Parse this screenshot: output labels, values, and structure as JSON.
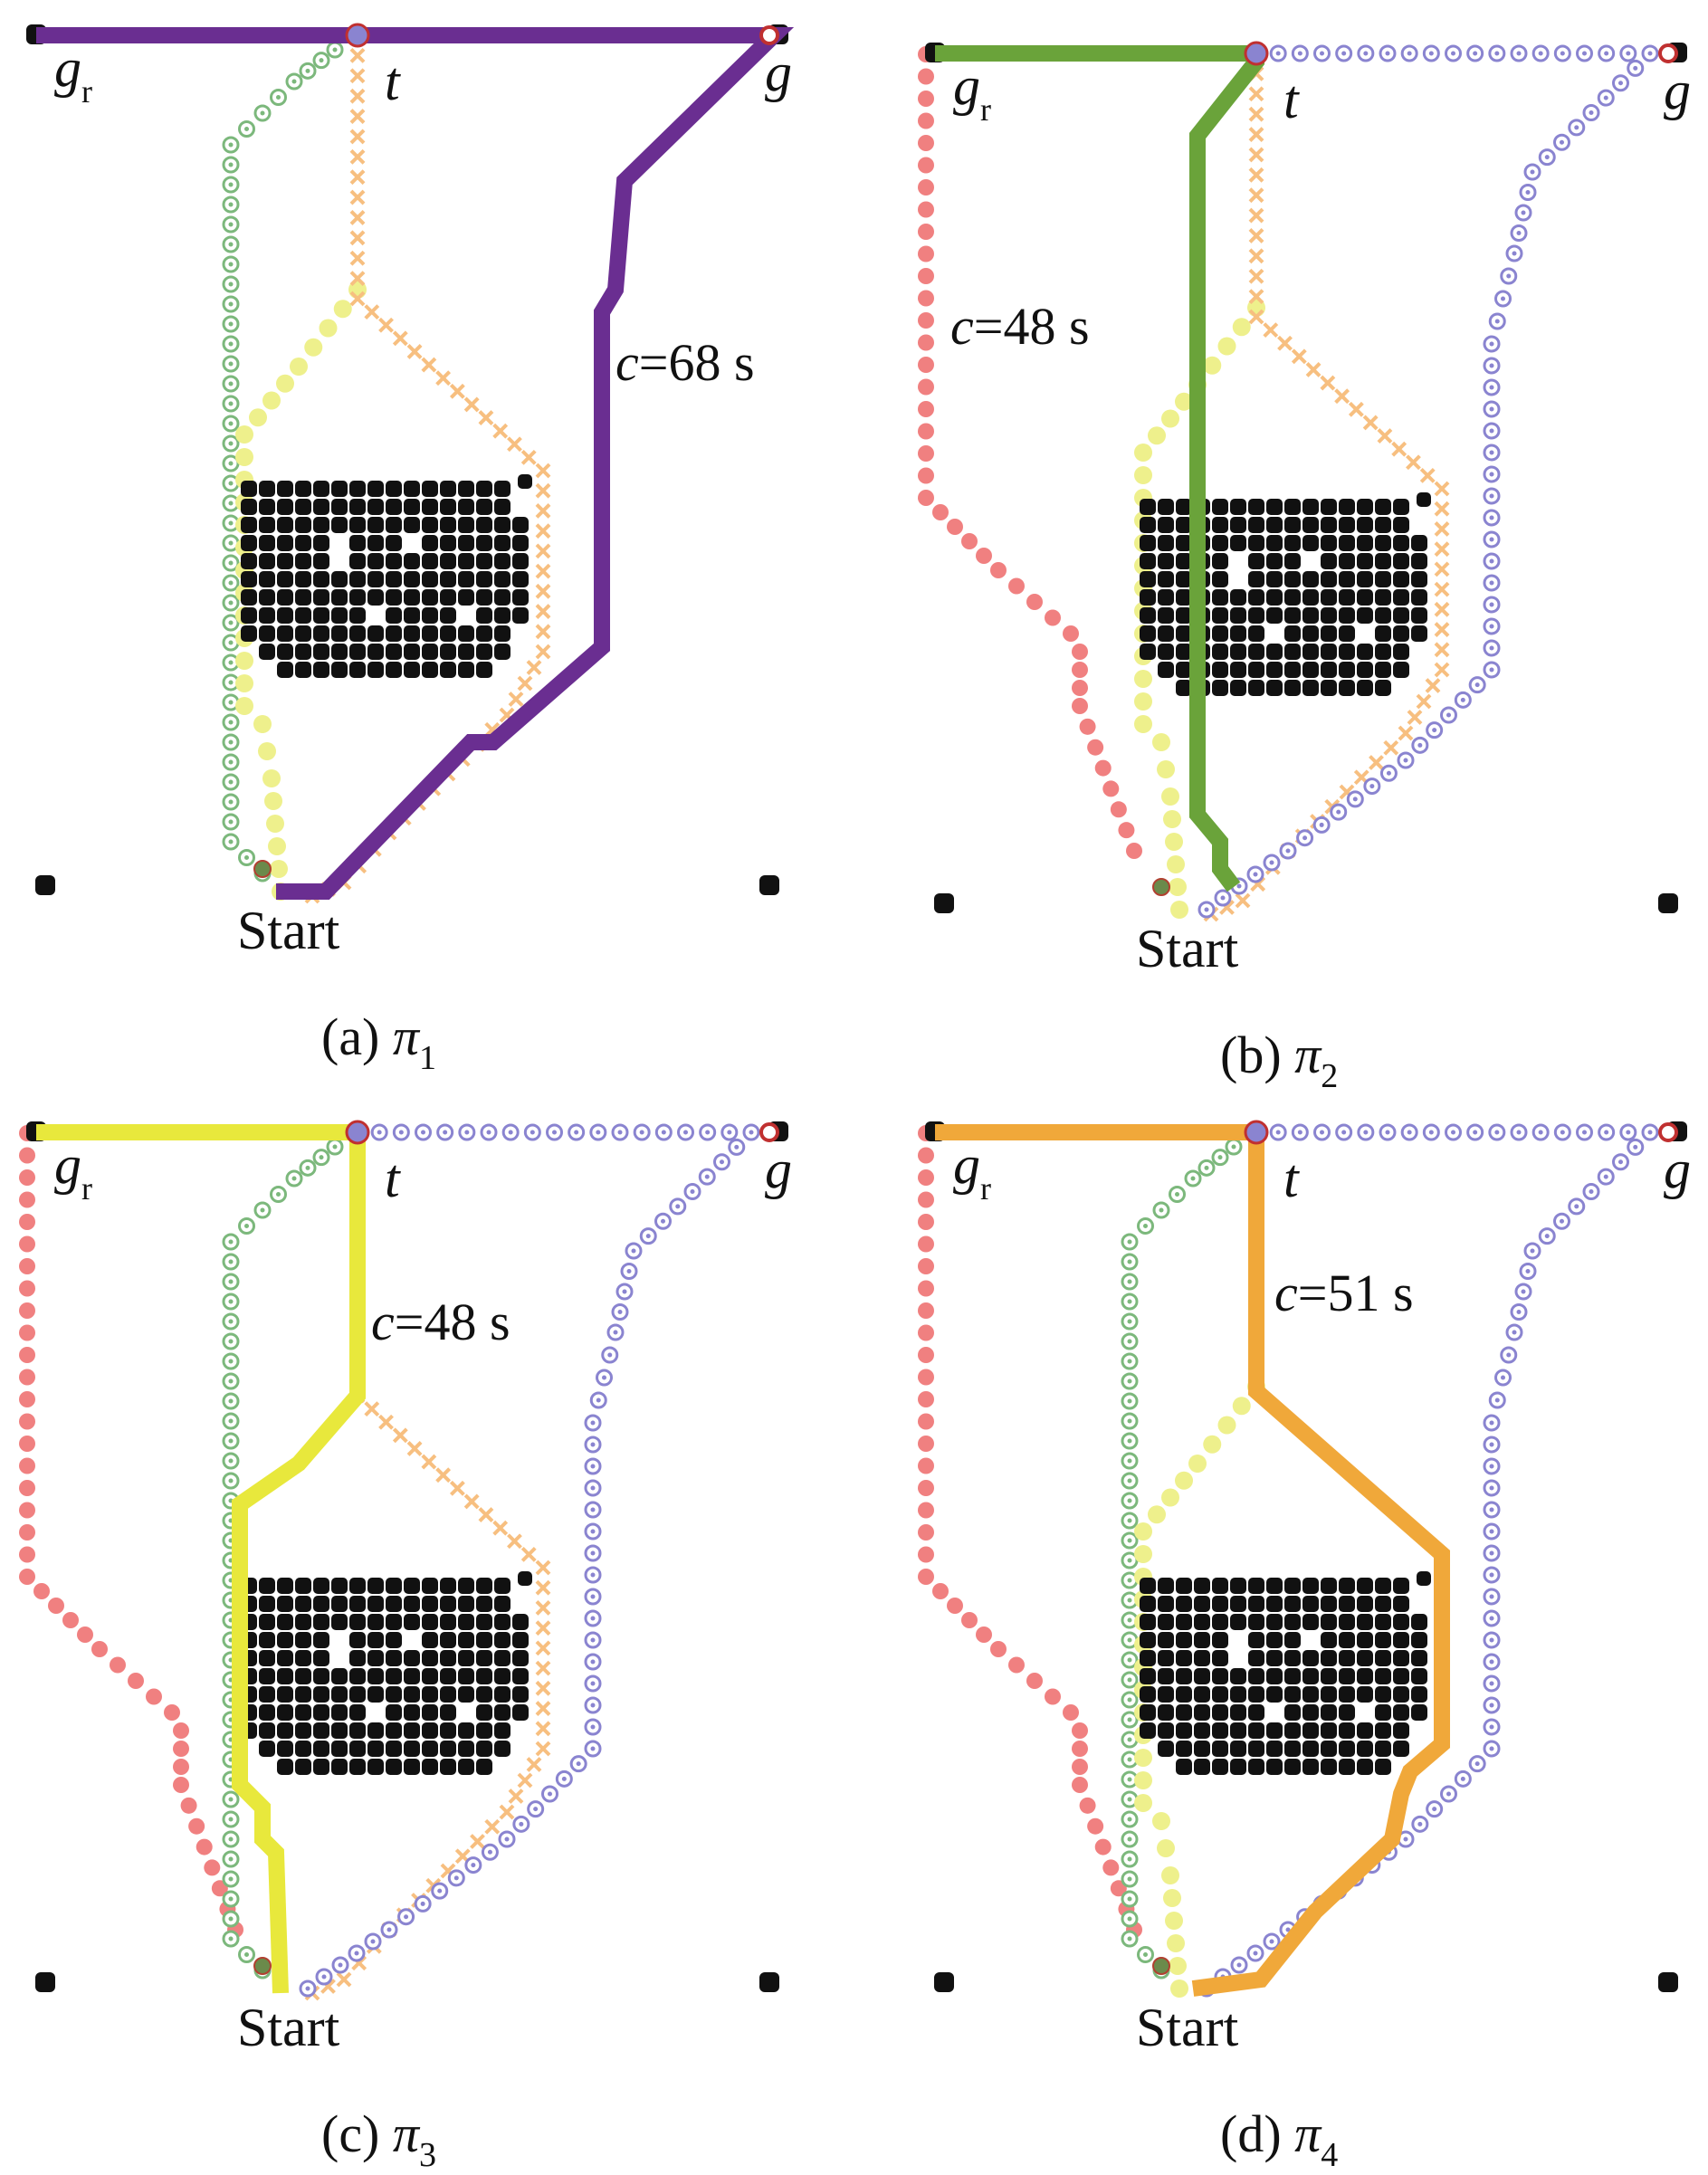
{
  "labels": {
    "start": "Start",
    "g": "g",
    "t": "t",
    "g_r_main": "g",
    "g_r_sub": "r",
    "c_prefix": "c"
  },
  "panels": [
    {
      "id": "a",
      "caption_prefix": "(a) ",
      "pi": "π",
      "pi_sub": "1",
      "cost_text": "=68 s",
      "highlight": "pi1"
    },
    {
      "id": "b",
      "caption_prefix": "(b) ",
      "pi": "π",
      "pi_sub": "2",
      "cost_text": "=48 s",
      "highlight": "pi2"
    },
    {
      "id": "c",
      "caption_prefix": "(c) ",
      "pi": "π",
      "pi_sub": "3",
      "cost_text": "=48 s",
      "highlight": "pi3"
    },
    {
      "id": "d",
      "caption_prefix": "(d) ",
      "pi": "π",
      "pi_sub": "4",
      "cost_text": "=51 s",
      "highlight": "pi4"
    }
  ],
  "colors": {
    "pi1": "#6a2e91",
    "pi2": "#6aa33a",
    "pi3": "#e8e83c",
    "pi4": "#f0a83a",
    "red_dots": "#f08080",
    "green_rings": "#7cb87c",
    "yellow_dots": "#eef08c",
    "orange_x": "#f7bf80",
    "blue_rings": "#8a84d0",
    "obstacle": "#111111"
  }
}
